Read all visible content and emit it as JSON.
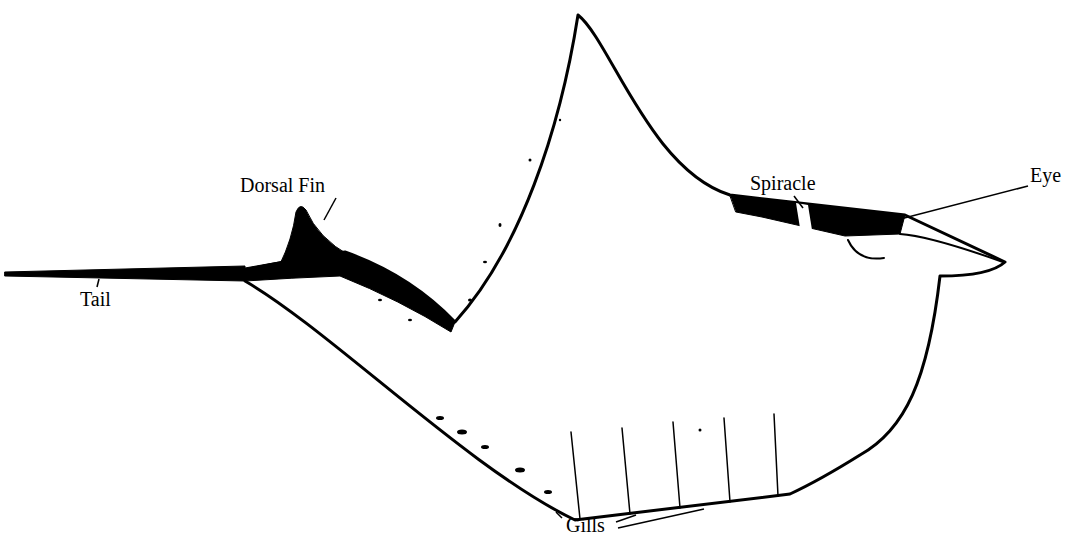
{
  "diagram": {
    "labels": [
      "Dorsal Fin",
      "Spiracle",
      "Eye",
      "Tail",
      "Gills"
    ]
  }
}
